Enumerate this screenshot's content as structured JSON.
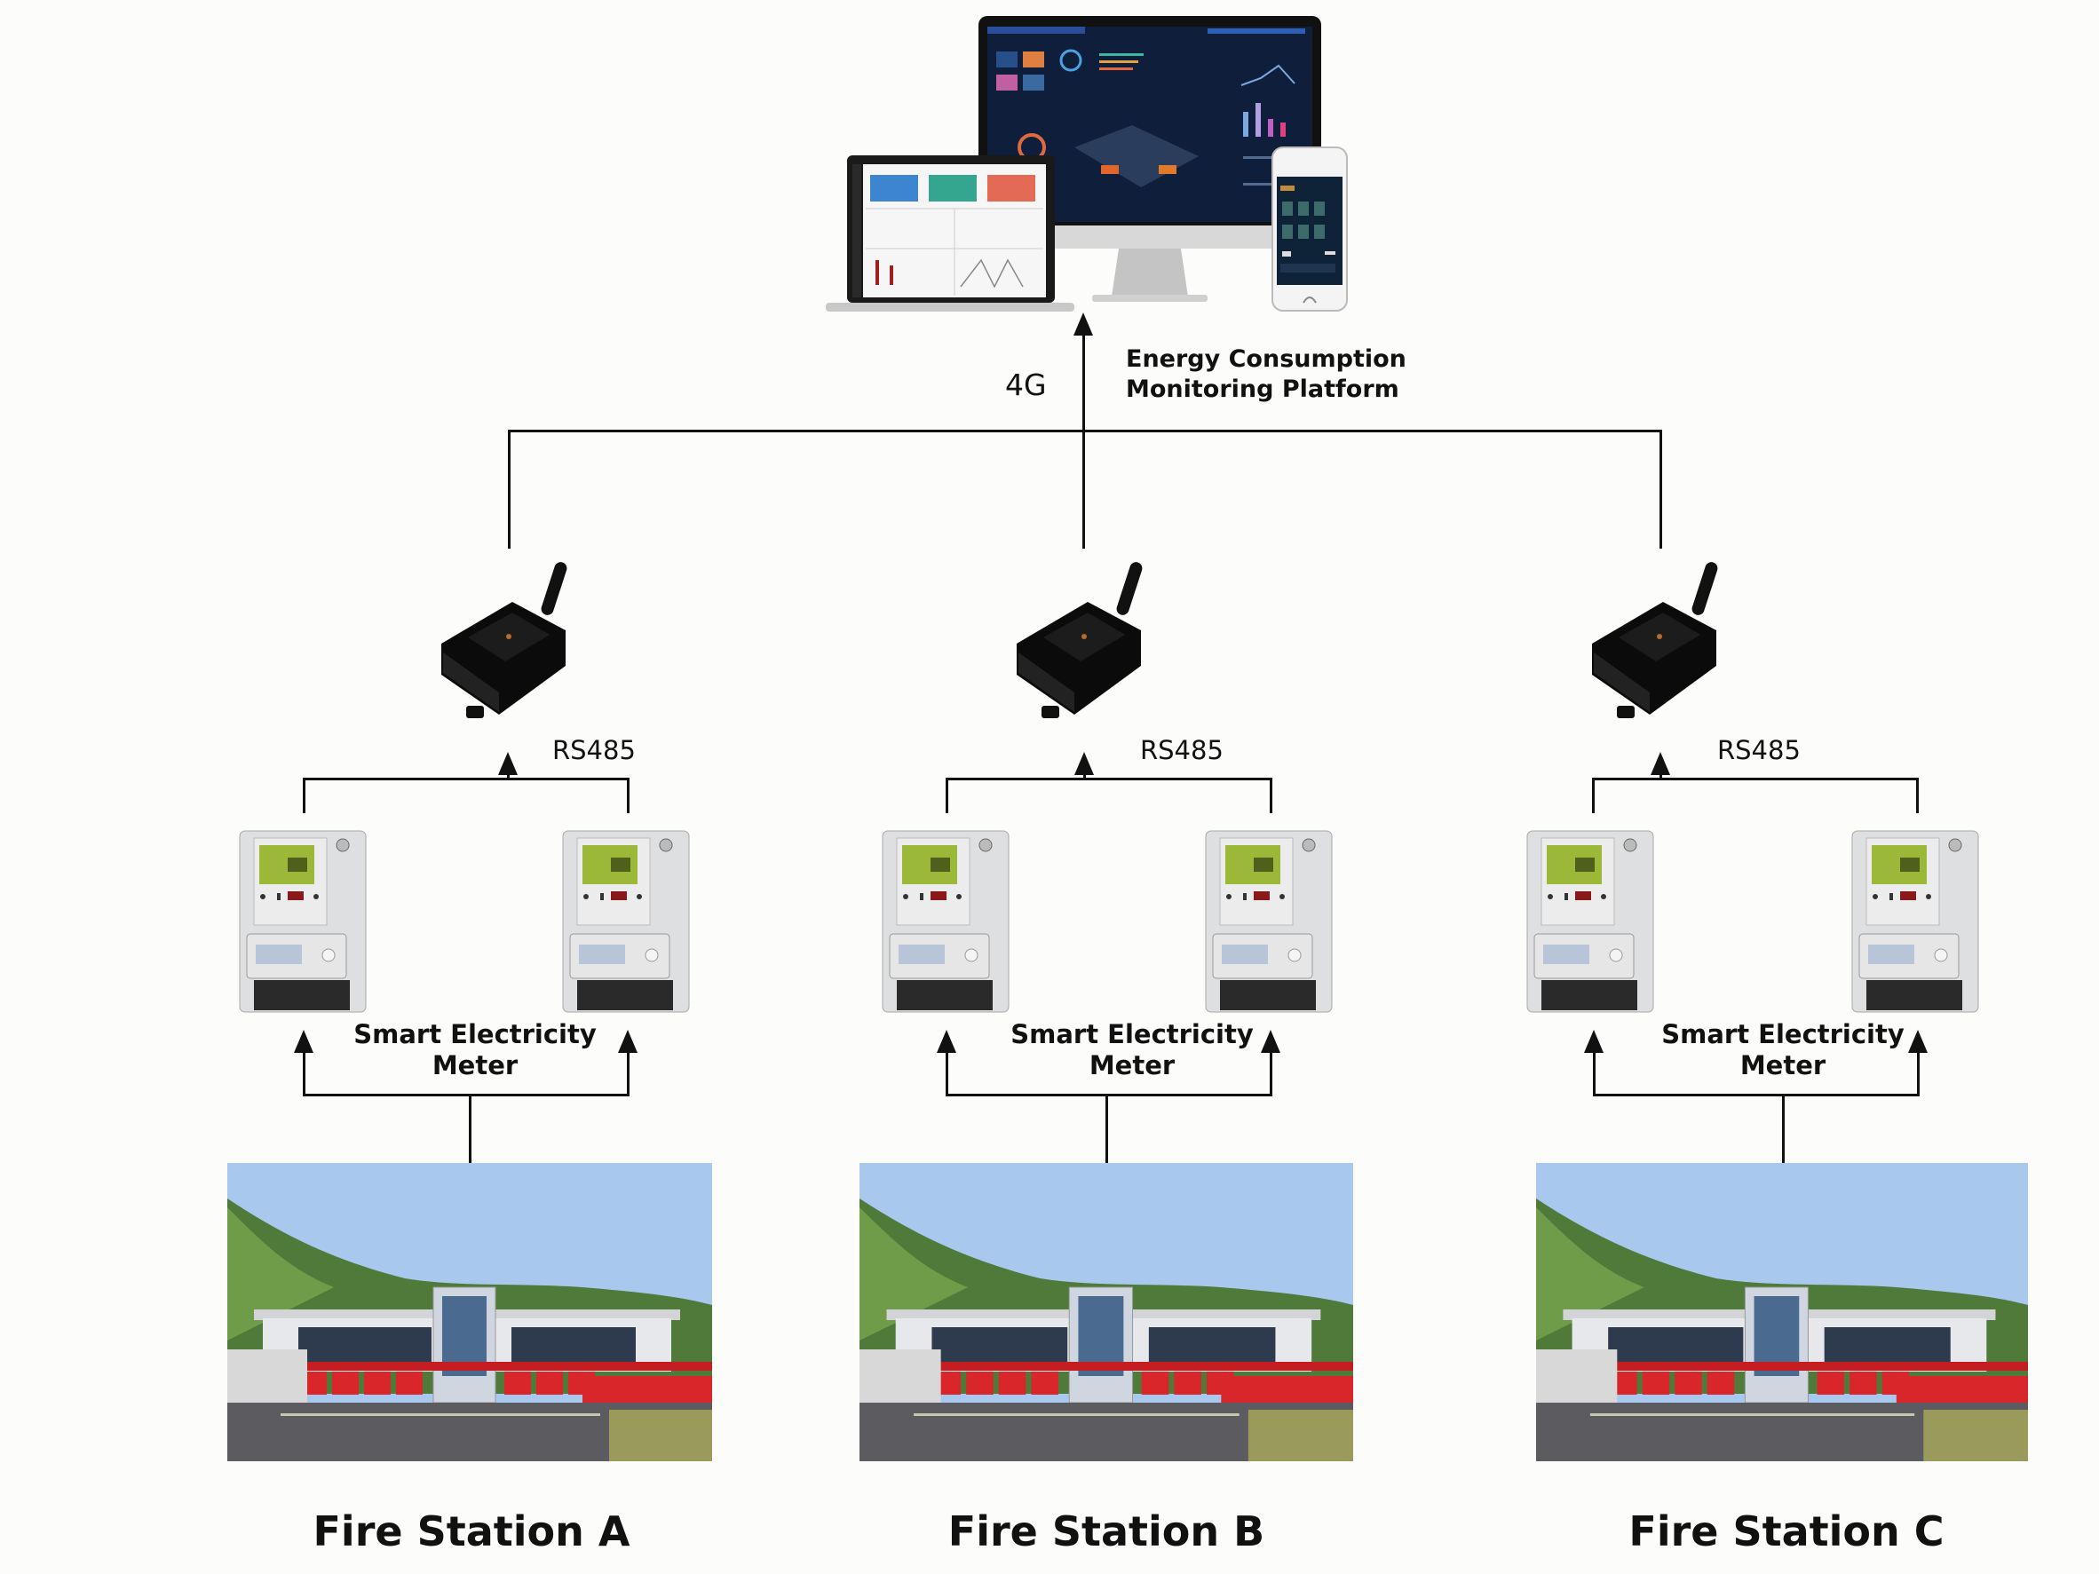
{
  "diagram": {
    "platform": {
      "label_line1": "Energy Consumption",
      "label_line2": "Monitoring Platform",
      "devices": [
        "desktop-monitor",
        "laptop",
        "smartphone"
      ]
    },
    "uplink_label": "4G",
    "gateway_device": "4G DTU wireless gateway",
    "stations": [
      {
        "name": "Fire Station A",
        "bus_label": "RS485",
        "meter_label_line1": "Smart Electricity",
        "meter_label_line2": "Meter",
        "meter_count": 2
      },
      {
        "name": "Fire Station B",
        "bus_label": "RS485",
        "meter_label_line1": "Smart Electricity",
        "meter_label_line2": "Meter",
        "meter_count": 2
      },
      {
        "name": "Fire Station C",
        "bus_label": "RS485",
        "meter_label_line1": "Smart Electricity",
        "meter_label_line2": "Meter",
        "meter_count": 2
      }
    ],
    "colors": {
      "line": "#111111",
      "background": "#fcfcfa",
      "dashboard_dark": "#0f1e3a",
      "meter_lcd": "#9cb838",
      "station_red": "#d9262a",
      "sky": "#9fc3ea"
    }
  }
}
